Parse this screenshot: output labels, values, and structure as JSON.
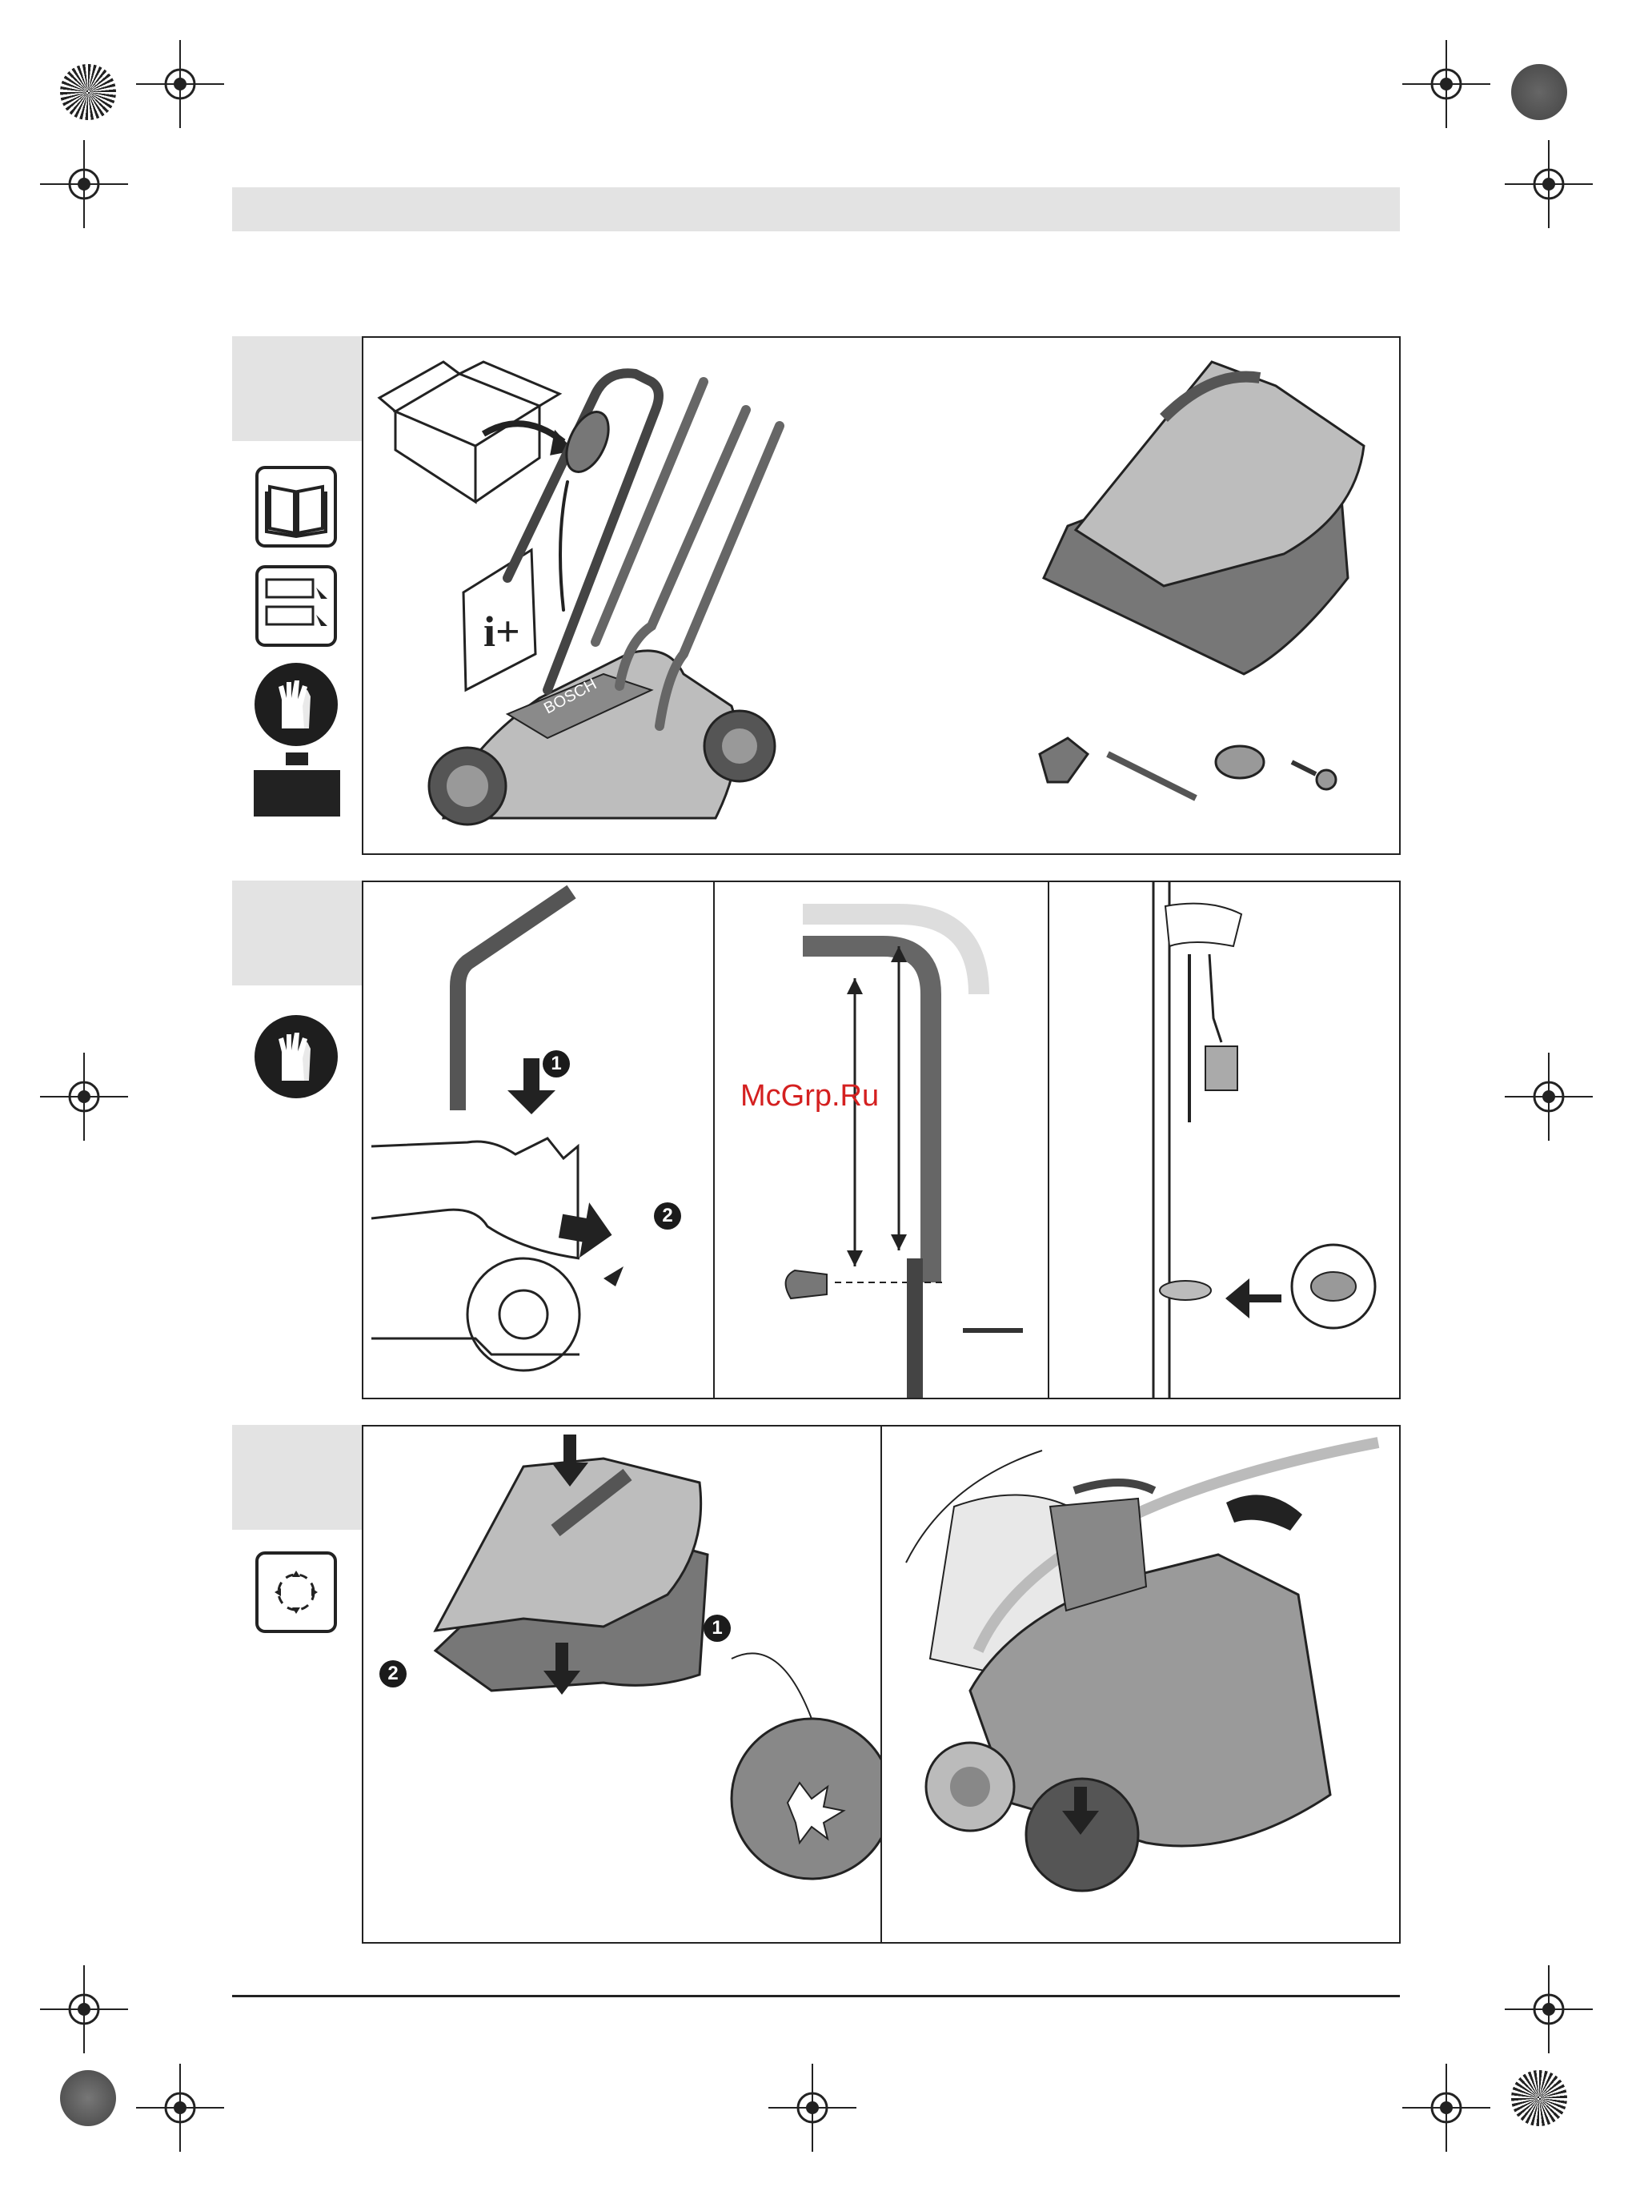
{
  "watermark": "McGrp.Ru",
  "steps": [
    {
      "icons": [
        "manual-book-icon",
        "instruction-pages-icon",
        "gloves-icon",
        "weight-icon"
      ],
      "parts": [
        "mower-body",
        "upper-handle",
        "lower-handle-left",
        "lower-handle-right",
        "grass-box",
        "quick-release-knob",
        "handle-bolt",
        "cable-clip",
        "screw"
      ],
      "booklet_label": "i+"
    },
    {
      "icons": [
        "gloves-icon"
      ],
      "callouts": [
        {
          "num": "1"
        },
        {
          "num": "2"
        }
      ]
    },
    {
      "icons": [
        "grass-box-assembly-icon"
      ],
      "callouts": [
        {
          "num": "1"
        },
        {
          "num": "2"
        }
      ]
    }
  ],
  "colors": {
    "line": "#222222",
    "header_gray": "#e3e3e3",
    "watermark_red": "#d42020"
  }
}
